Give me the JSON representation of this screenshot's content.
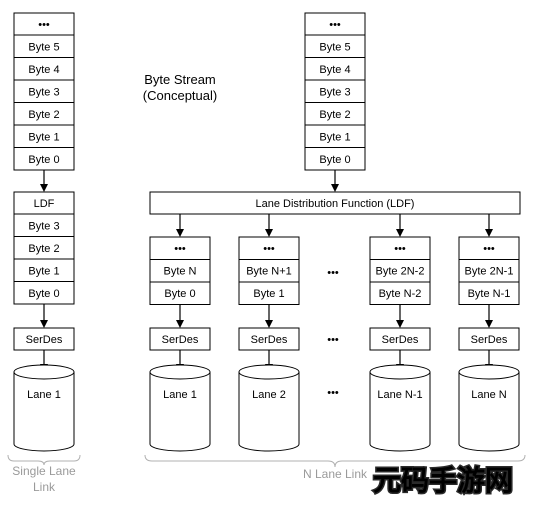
{
  "diagram": {
    "ellipsis": "•••",
    "caption": {
      "line1": "Byte Stream",
      "line2": "(Conceptual)"
    },
    "single_lane": {
      "stream": [
        "Byte 5",
        "Byte 4",
        "Byte 3",
        "Byte 2",
        "Byte 1",
        "Byte 0"
      ],
      "ldf_label": "LDF",
      "ldf_bytes": [
        "Byte 3",
        "Byte 2",
        "Byte 1",
        "Byte 0"
      ],
      "serdes": "SerDes",
      "lane": "Lane 1",
      "footer_line1": "Single Lane",
      "footer_line2": "Link"
    },
    "n_lane": {
      "stream": [
        "Byte 5",
        "Byte 4",
        "Byte 3",
        "Byte 2",
        "Byte 1",
        "Byte 0"
      ],
      "ldf_label": "Lane Distribution Function (LDF)",
      "lanes": [
        {
          "top": "Byte N",
          "bottom": "Byte 0",
          "serdes": "SerDes",
          "lane": "Lane 1"
        },
        {
          "top": "Byte N+1",
          "bottom": "Byte 1",
          "serdes": "SerDes",
          "lane": "Lane 2"
        },
        {
          "top": "Byte 2N-2",
          "bottom": "Byte N-2",
          "serdes": "SerDes",
          "lane": "Lane N-1"
        },
        {
          "top": "Byte 2N-1",
          "bottom": "Byte N-1",
          "serdes": "SerDes",
          "lane": "Lane N"
        }
      ],
      "footer": "N Lane Link"
    },
    "watermark": "元码手游网"
  }
}
